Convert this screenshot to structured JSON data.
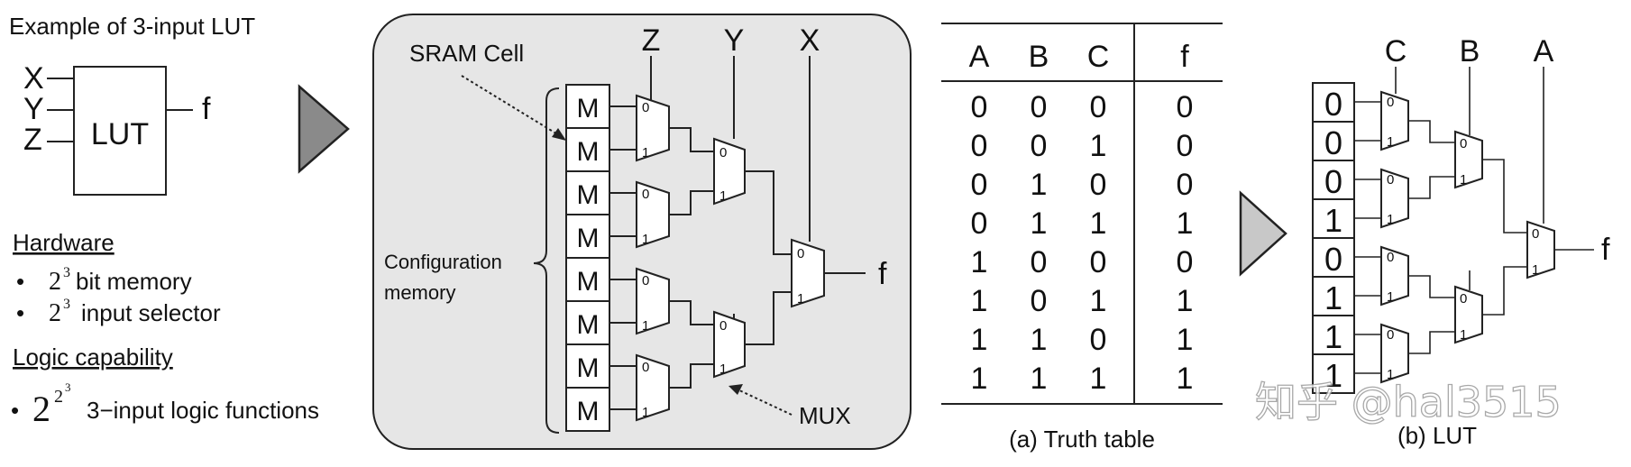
{
  "panel_a": {
    "title": "Example of 3-input LUT",
    "inputs": [
      "X",
      "Y",
      "Z"
    ],
    "block_label": "LUT",
    "output": "f",
    "hardware_heading": "Hardware",
    "hardware_items": [
      {
        "bullet": "•",
        "base": "2",
        "exp": "3",
        "text": "bit memory"
      },
      {
        "bullet": "•",
        "base": "2",
        "exp": "3",
        "text": "input selector"
      }
    ],
    "logic_heading": "Logic capability",
    "logic_item": {
      "bullet": "•",
      "base": "2",
      "exp1": "2",
      "exp2": "3",
      "text": "3−input logic functions"
    }
  },
  "panel_b": {
    "selectors": [
      "Z",
      "Y",
      "X"
    ],
    "sram_label": "SRAM Cell",
    "config_label": [
      "Configuration",
      "memory"
    ],
    "cell_label": "M",
    "cell_count": 8,
    "mux_label": "MUX",
    "mux_in0": "0",
    "mux_in1": "1",
    "output": "f"
  },
  "truth_table": {
    "headers": [
      "A",
      "B",
      "C",
      "f"
    ],
    "rows": [
      [
        "0",
        "0",
        "0",
        "0"
      ],
      [
        "0",
        "0",
        "1",
        "0"
      ],
      [
        "0",
        "1",
        "0",
        "0"
      ],
      [
        "0",
        "1",
        "1",
        "1"
      ],
      [
        "1",
        "0",
        "0",
        "0"
      ],
      [
        "1",
        "0",
        "1",
        "1"
      ],
      [
        "1",
        "1",
        "0",
        "1"
      ],
      [
        "1",
        "1",
        "1",
        "1"
      ]
    ],
    "caption": "(a) Truth table"
  },
  "lut_b": {
    "selectors": [
      "C",
      "B",
      "A"
    ],
    "bits": [
      "0",
      "0",
      "0",
      "1",
      "0",
      "1",
      "1",
      "1"
    ],
    "output": "f",
    "caption": "(b) LUT"
  },
  "watermark": "知乎 @hal3515",
  "colors": {
    "panel_bg": "#e6e6e6",
    "arrow_dark": "#8a8a8a",
    "arrow_light": "#c8c8c8"
  }
}
